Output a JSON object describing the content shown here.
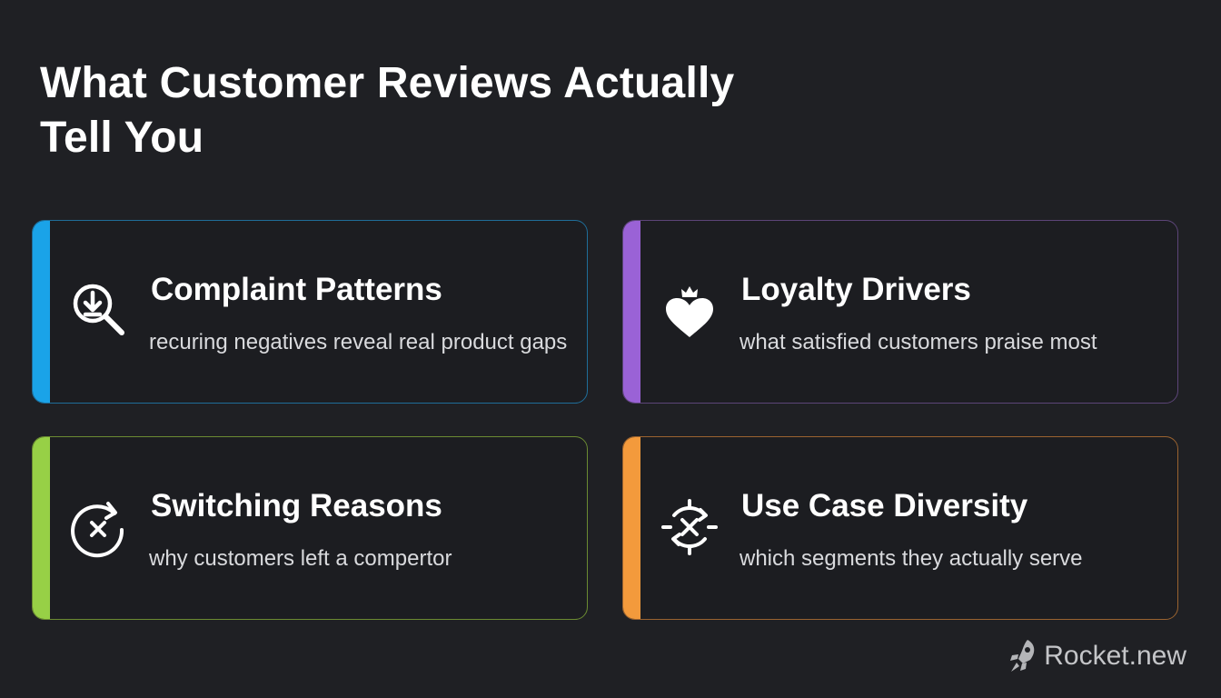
{
  "title": "What Customer Reviews Actually Tell You",
  "cards": [
    {
      "title": "Complaint Patterns",
      "description": "recuring negatives reveal real product gaps",
      "icon": "magnifier-down-arrow-icon",
      "accent_color": "#1aa3e8",
      "border_color": "#1f6d99"
    },
    {
      "title": "Loyalty Drivers",
      "description": "what satisfied customers praise most",
      "icon": "crowned-heart-icon",
      "accent_color": "#9a62d6",
      "border_color": "#5c4578"
    },
    {
      "title": "Switching Reasons",
      "description": "why customers left a compertor",
      "icon": "circular-arrow-x-icon",
      "accent_color": "#97d046",
      "border_color": "#6b8b32"
    },
    {
      "title": "Use Case Diversity",
      "description": "which segments they actually serve",
      "icon": "target-x-icon",
      "accent_color": "#f39a3c",
      "border_color": "#9a6330"
    }
  ],
  "brand": {
    "name": "Rocket.new",
    "icon": "rocket-icon"
  }
}
